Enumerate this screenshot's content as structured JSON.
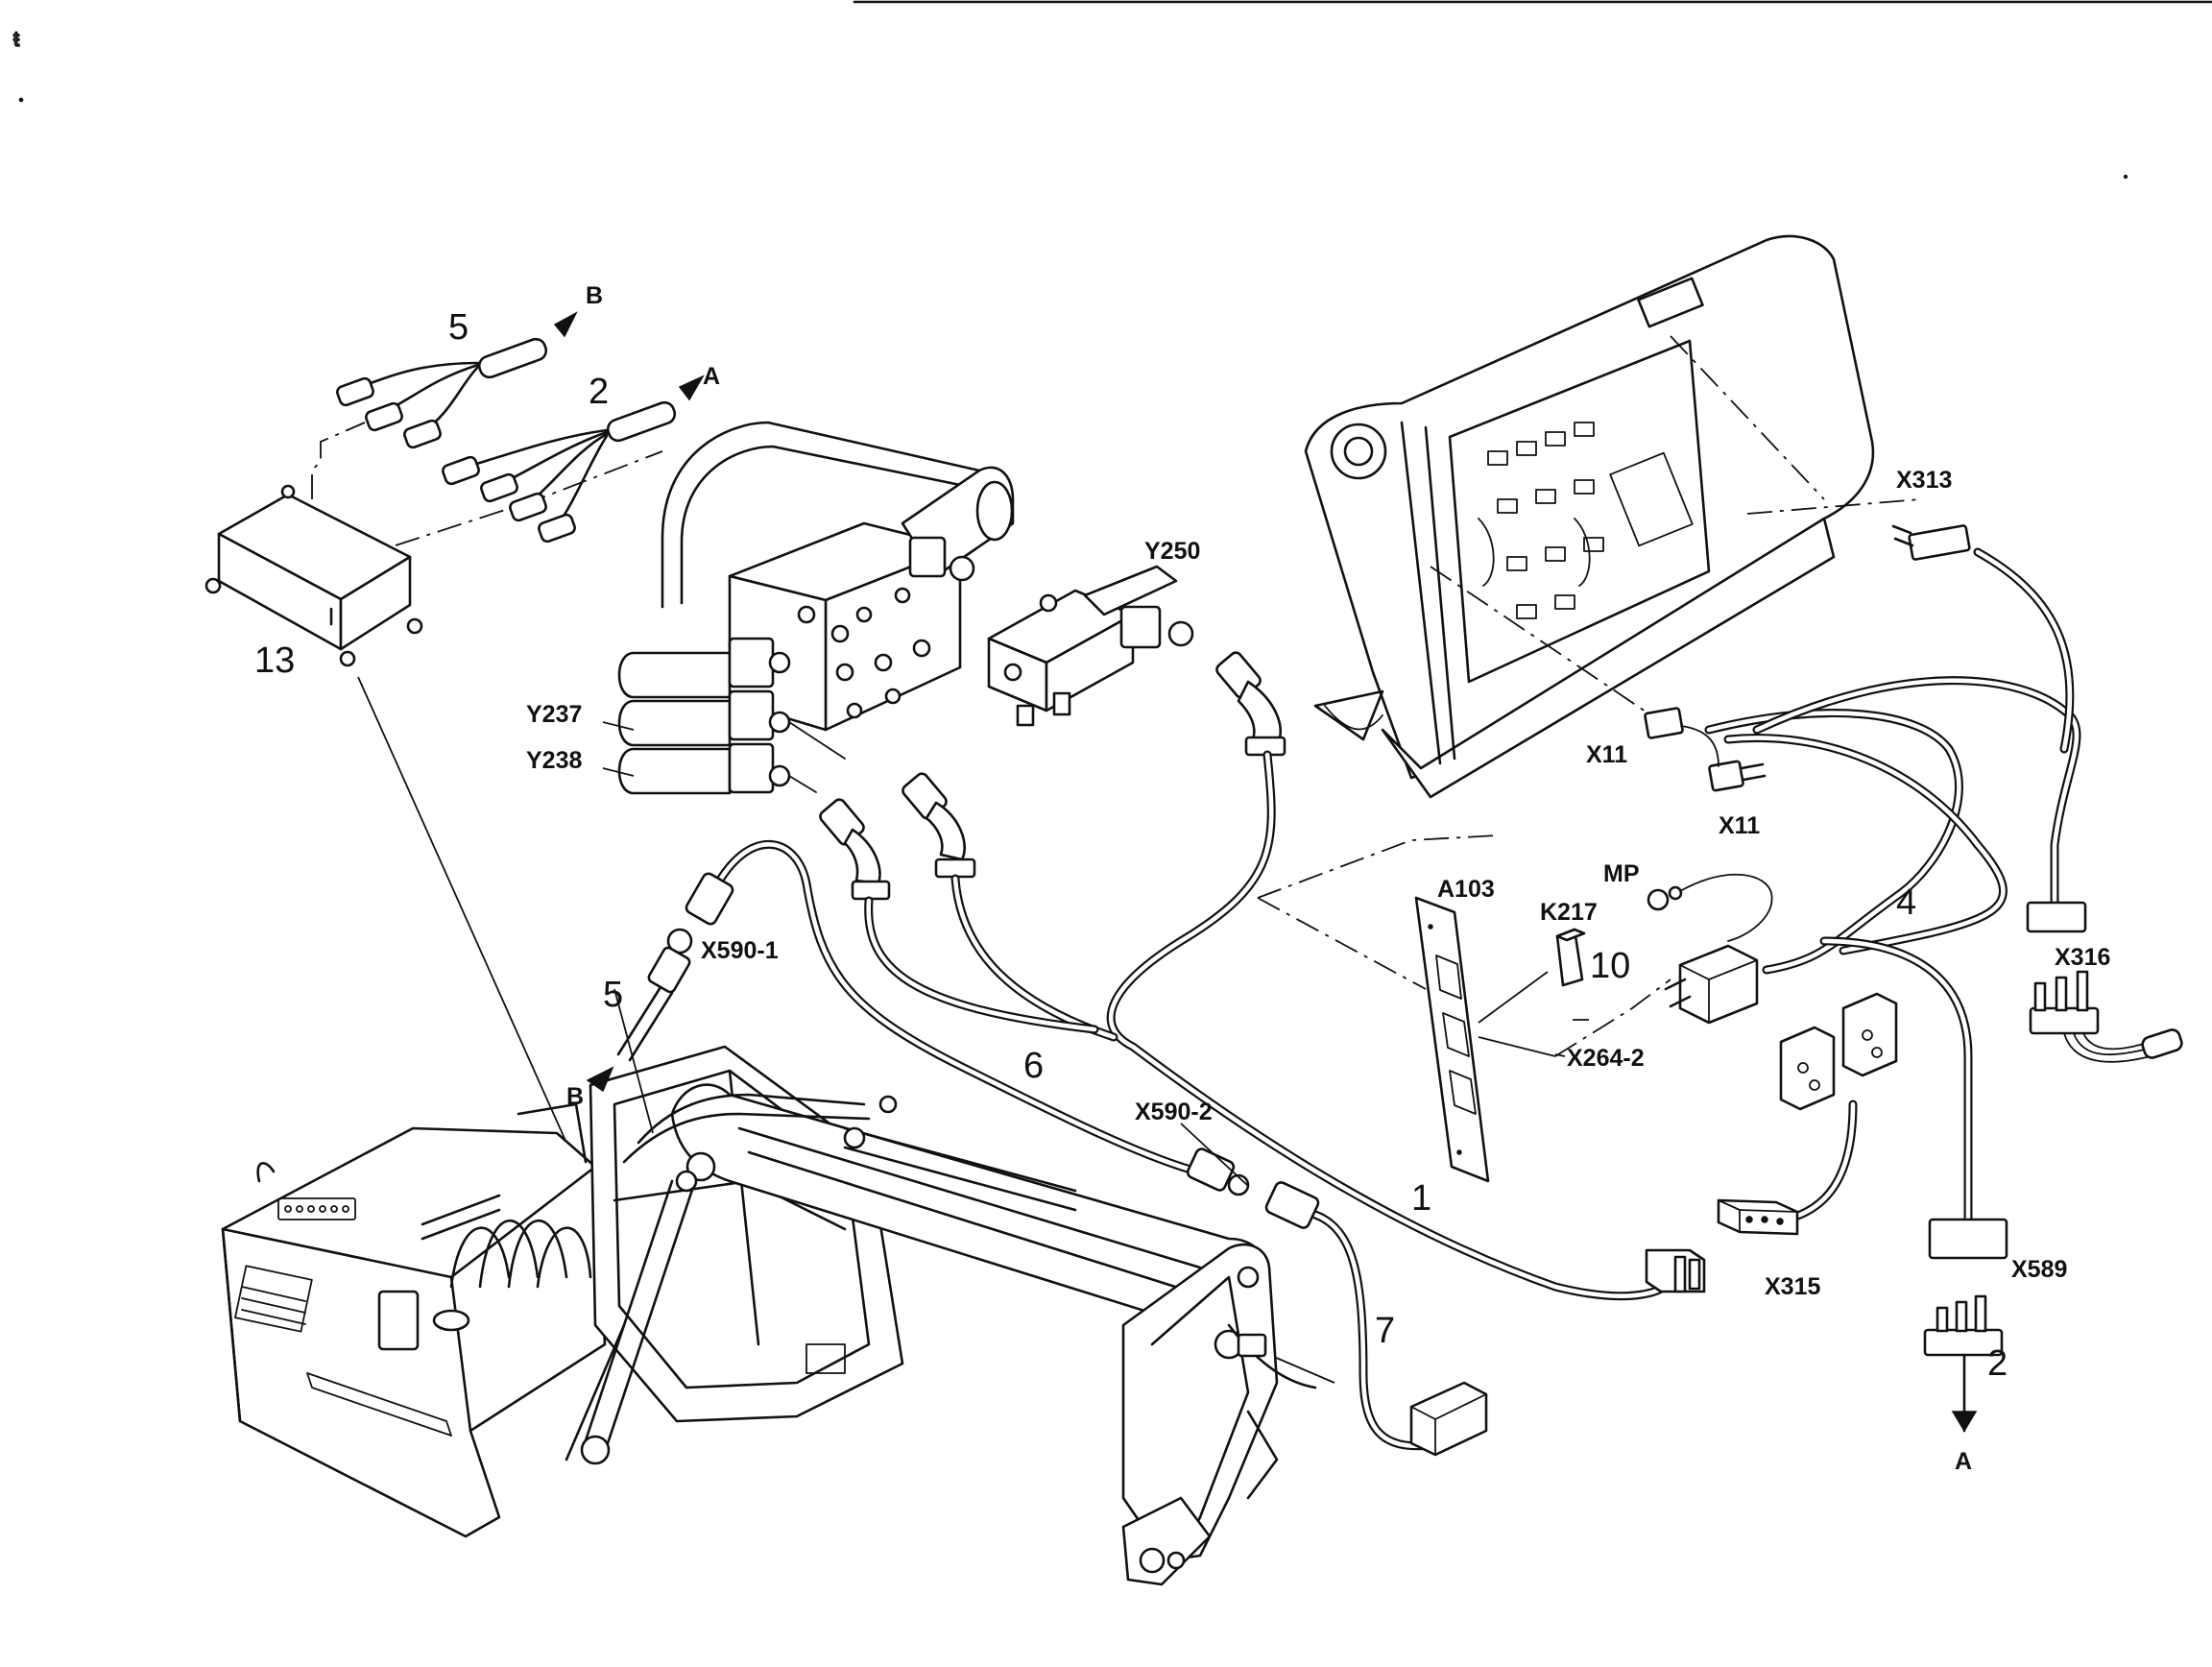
{
  "labels": {
    "y250": "Y250",
    "y237": "Y237",
    "y238": "Y238",
    "x313": "X313",
    "x11_a": "X11",
    "x11_b": "X11",
    "x316": "X316",
    "a103": "A103",
    "k217": "K217",
    "mp": "MP",
    "x264_2": "X264-2",
    "x590_1": "X590-1",
    "x590_2": "X590-2",
    "x315": "X315",
    "x589": "X589"
  },
  "item_numbers": {
    "n13": "13",
    "n5_top": "5",
    "n2_top": "2",
    "n5_left": "5",
    "n6": "6",
    "n1": "1",
    "n4": "4",
    "n7": "7",
    "n10": "10",
    "n2_bottom": "2"
  },
  "arrow_letters": {
    "b_top": "B",
    "a_top": "A",
    "b_left": "B",
    "a_bottom": "A"
  },
  "colors": {
    "ink": "#111111",
    "paper": "#ffffff"
  }
}
